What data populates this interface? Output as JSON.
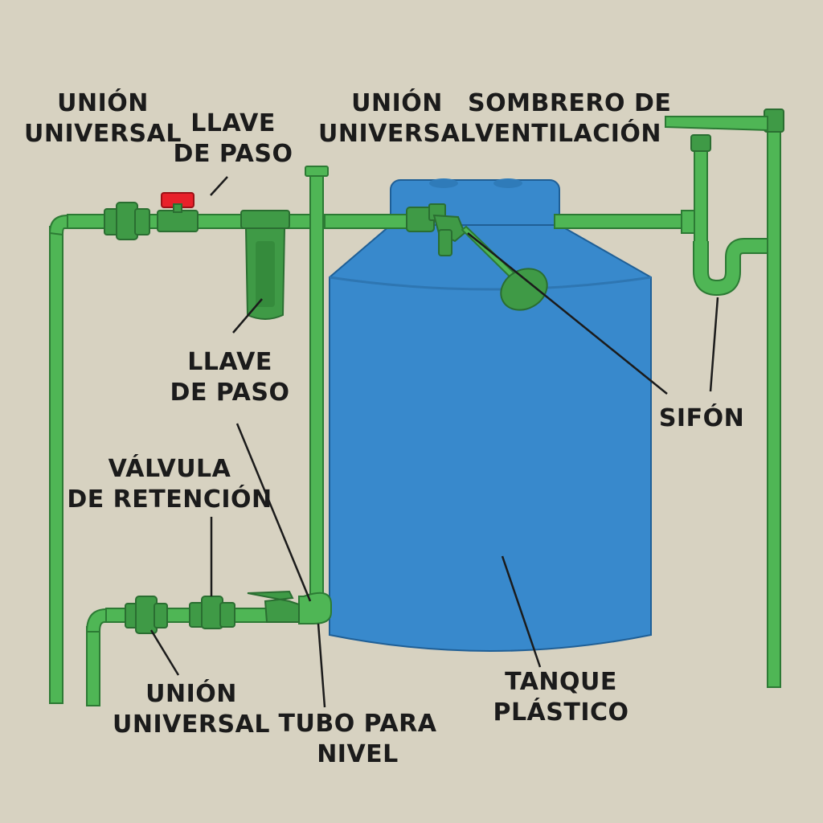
{
  "colors": {
    "background": "#d7d2c1",
    "pipe": "#4fb655",
    "pipe_outline": "#2c7a34",
    "tank": "#3889cc",
    "tank_outline": "#1f5f96",
    "valve_handle": "#e8202a",
    "text": "#1b1b1b"
  },
  "labels": {
    "union_top_left": [
      "UNIÓN",
      "UNIVERSAL"
    ],
    "llave_top": [
      "LLAVE",
      "DE PASO"
    ],
    "union_top_center": [
      "UNIÓN",
      "UNIVERSAL"
    ],
    "sombrero": [
      "SOMBRERO DE",
      "VENTILACIÓN"
    ],
    "llave_mid": [
      "LLAVE",
      "DE PASO"
    ],
    "sifon": "SIFÓN",
    "valvula": [
      "VÁLVULA",
      "DE RETENCIÓN"
    ],
    "union_bottom": [
      "UNIÓN",
      "UNIVERSAL"
    ],
    "tubo": [
      "TUBO PARA",
      "NIVEL"
    ],
    "tanque": [
      "TANQUE",
      "PLÁSTICO"
    ]
  },
  "icons": [
    "union-icon",
    "gate-valve-icon",
    "filter-icon",
    "float-valve-icon",
    "check-valve-icon",
    "faucet-icon",
    "siphon-icon",
    "vent-cap-icon"
  ]
}
